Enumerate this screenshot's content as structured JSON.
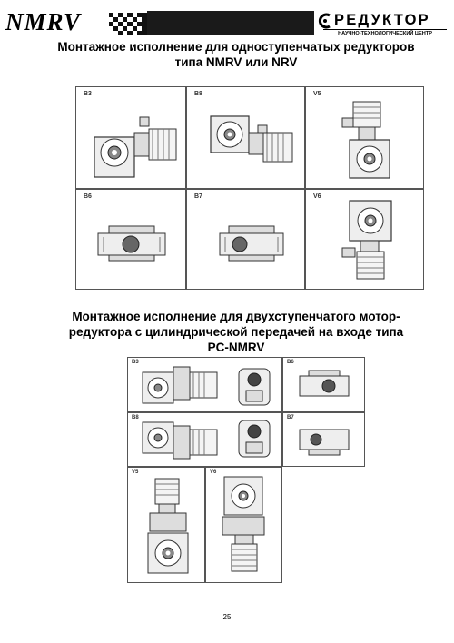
{
  "header": {
    "brand": "NMRV",
    "logo_word": "РЕДУКТОР",
    "logo_sub": "НАУЧНО-ТЕХНОЛОГИЧЕСКИЙ ЦЕНТР"
  },
  "section1": {
    "title_line1": "Монтажное исполнение для одноступенчатых редукторов",
    "title_line2": "типа NMRV или NRV",
    "cells": [
      "B3",
      "B8",
      "V5",
      "B6",
      "B7",
      "V6"
    ]
  },
  "section2": {
    "title_line1": "Монтажное исполнение для  двухступенчатого мотор-",
    "title_line2": "редуктора с цилиндрической передачей на входе типа",
    "title_line3": "PC-NMRV",
    "cells": [
      "B3",
      "B6",
      "B8",
      "B7",
      "V5",
      "V6"
    ]
  },
  "page_number": "25"
}
